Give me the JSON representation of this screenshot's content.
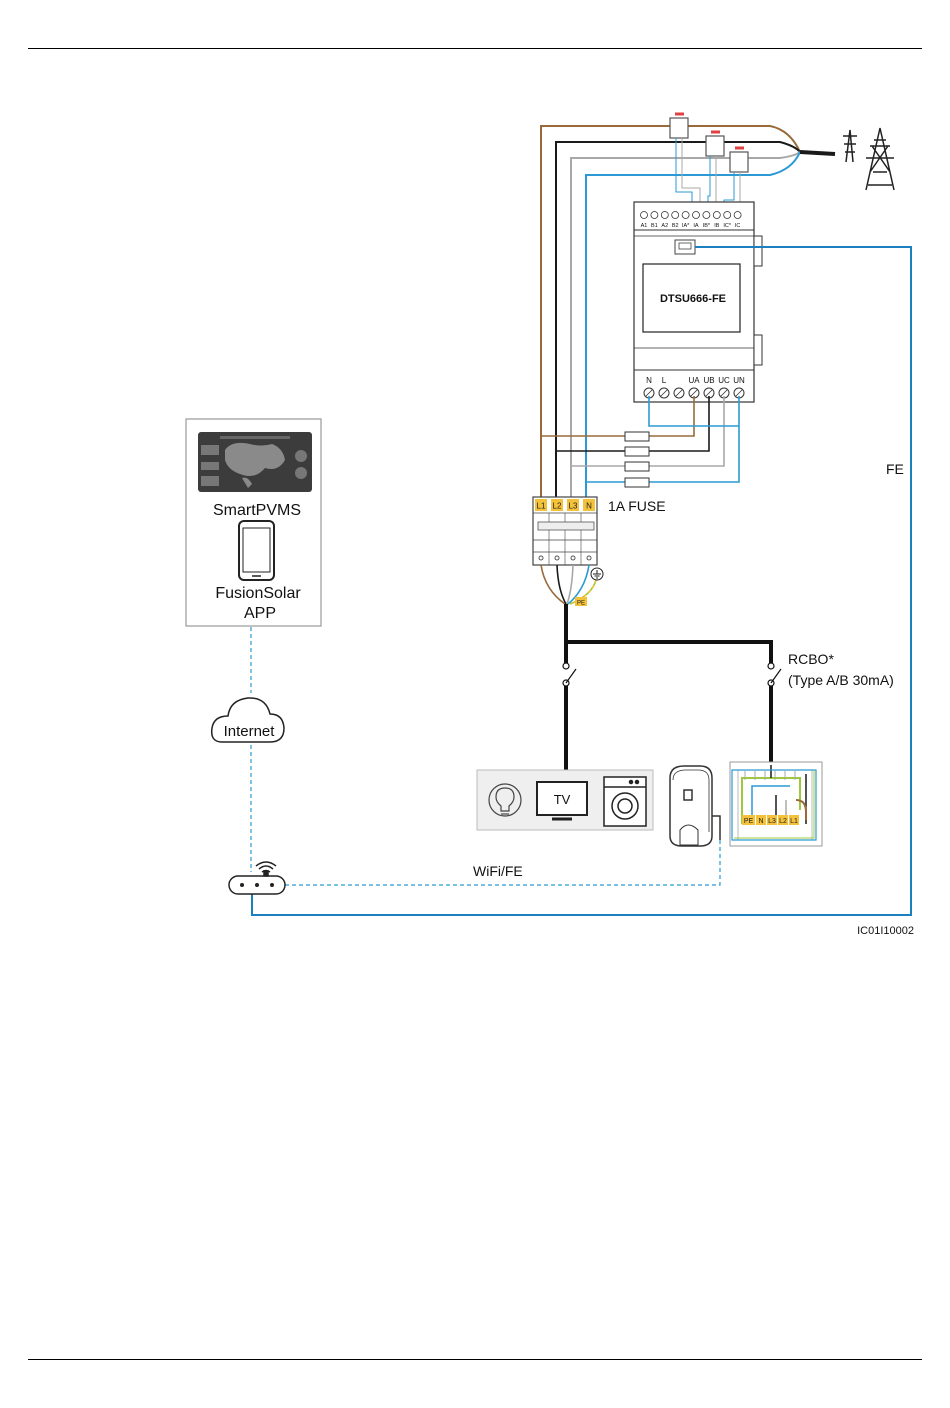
{
  "meter": {
    "model": "DTSU666-FE",
    "top_terminals": [
      "A1",
      "B1",
      "A2",
      "B2",
      "IA*",
      "IA",
      "IB*",
      "IB",
      "IC*",
      "IC"
    ],
    "bottom_terminals": [
      "N",
      "L",
      "UA",
      "UB",
      "UC",
      "UN"
    ]
  },
  "fuse_label": "1A FUSE",
  "breaker_labels": [
    "L1",
    "L2",
    "L3",
    "N"
  ],
  "pe_label": "PE",
  "fe_label": "FE",
  "rcbo": {
    "line1": "RCBO*",
    "line2": "(Type A/B 30mA)"
  },
  "charger_terminals": [
    "PE",
    "N",
    "L3",
    "L2",
    "L1"
  ],
  "tv_label": "TV",
  "apps": {
    "smartpvms": "SmartPVMS",
    "fusionsolar_line1": "FusionSolar",
    "fusionsolar_line2": "APP"
  },
  "internet_label": "Internet",
  "wifi_label": "WiFi/FE",
  "figure_id": "IC01I10002",
  "colors": {
    "brown": "#9a6a3a",
    "black": "#1a1a1a",
    "grey": "#a8a8a8",
    "blue": "#2b9ad4",
    "yellow": "#f3c23a",
    "green_yellow": "#9fc93c"
  }
}
